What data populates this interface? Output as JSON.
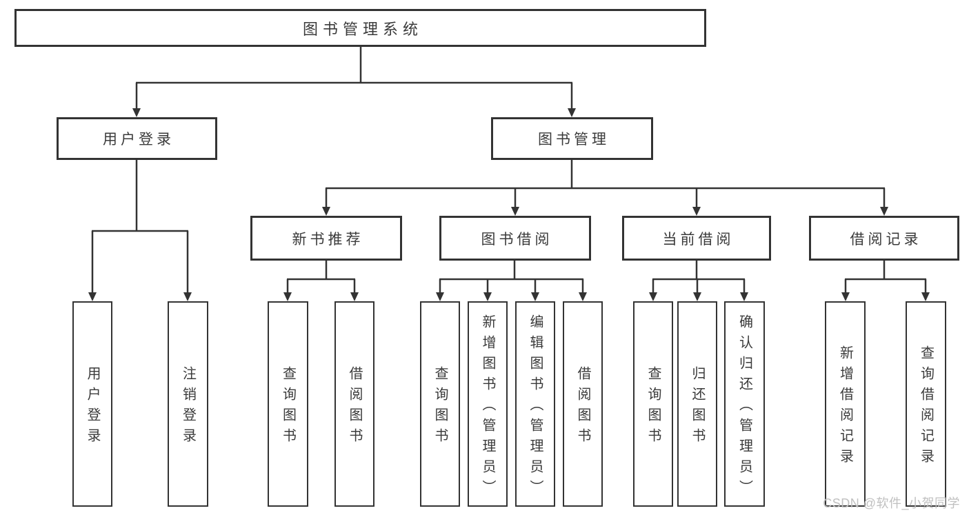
{
  "tree": {
    "label": "图书管理系统",
    "children": [
      {
        "label": "用户登录",
        "children": [
          {
            "label": "用户登录"
          },
          {
            "label": "注销登录"
          }
        ]
      },
      {
        "label": "图书管理",
        "children": [
          {
            "label": "新书推荐",
            "children": [
              {
                "label": "查询图书"
              },
              {
                "label": "借阅图书"
              }
            ]
          },
          {
            "label": "图书借阅",
            "children": [
              {
                "label": "查询图书"
              },
              {
                "label": "新增图书（管理员）"
              },
              {
                "label": "编辑图书（管理员）"
              },
              {
                "label": "借阅图书"
              }
            ]
          },
          {
            "label": "当前借阅",
            "children": [
              {
                "label": "查询图书"
              },
              {
                "label": "归还图书"
              },
              {
                "label": "确认归还（管理员）"
              }
            ]
          },
          {
            "label": "借阅记录",
            "children": [
              {
                "label": "新增借阅记录"
              },
              {
                "label": "查询借阅记录"
              }
            ]
          }
        ]
      }
    ]
  },
  "watermark": {
    "text": "CSDN @软件_小贺同学"
  },
  "colors": {
    "line": "#333333",
    "text": "#3a3a3a",
    "background": "#ffffff",
    "watermark": "#c0c0c0"
  }
}
